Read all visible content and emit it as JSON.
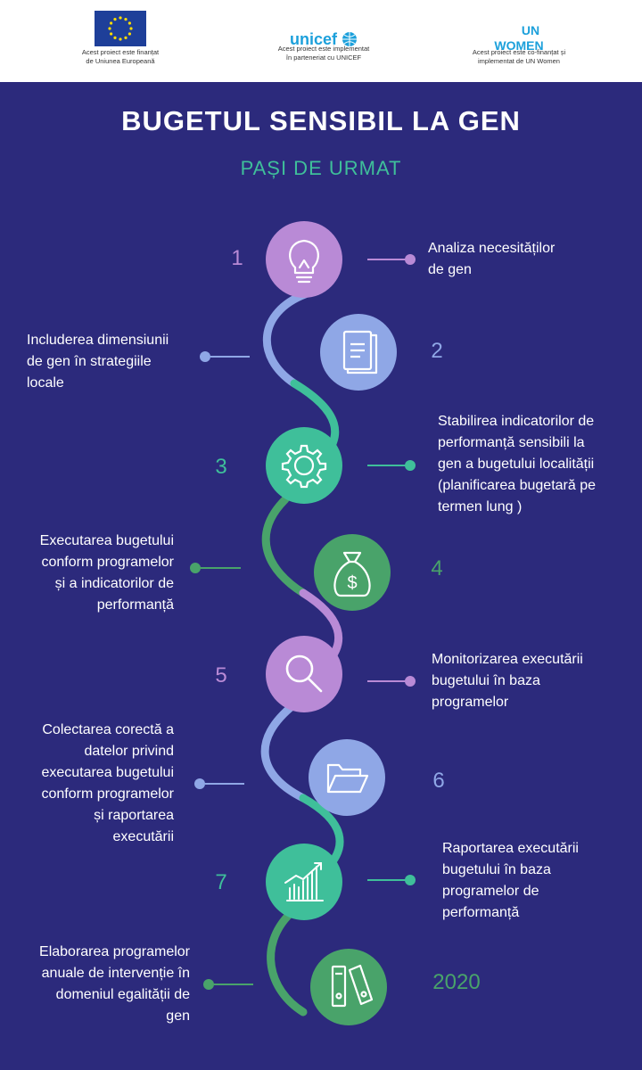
{
  "header": {
    "eu_caption_1": "Acest proiect este finanțat",
    "eu_caption_2": "de Uniunea Europeană",
    "unicef_name": "unicef",
    "unicef_caption_1": "Acest proiect este implementat",
    "unicef_caption_2": "în parteneriat cu UNICEF",
    "unwomen_name_1": "UN",
    "unwomen_name_2": "WOMEN",
    "unwomen_caption_1": "Acest proiect este co-finanțat și",
    "unwomen_caption_2": "implementat de UN Women"
  },
  "title": "BUGETUL SENSIBIL LA GEN",
  "subtitle": "PAȘI DE URMAT",
  "colors": {
    "background": "#2c2a7c",
    "purple": "#b98ad6",
    "blue": "#8fa7e6",
    "teal": "#3fbf9a",
    "green": "#49a36a"
  },
  "steps": [
    {
      "number": "1",
      "icon": "lightbulb-icon",
      "color": "purple",
      "lines": [
        "Analiza necesităților",
        "de gen"
      ]
    },
    {
      "number": "2",
      "icon": "document-icon",
      "color": "blue",
      "lines": [
        "Includerea dimensiunii",
        "de gen în strategiile",
        "locale"
      ]
    },
    {
      "number": "3",
      "icon": "gear-icon",
      "color": "teal",
      "lines": [
        "Stabilirea indicatorilor de",
        "performanță sensibili la",
        "gen a bugetului localității",
        "(planificarea bugetară pe",
        "termen lung )"
      ]
    },
    {
      "number": "4",
      "icon": "money-bag-icon",
      "color": "green",
      "lines": [
        "Executarea bugetului",
        "conform programelor",
        "și a indicatorilor de",
        "performanță"
      ]
    },
    {
      "number": "5",
      "icon": "magnifier-icon",
      "color": "purple",
      "lines": [
        "Monitorizarea executării",
        "bugetului în baza",
        "programelor"
      ]
    },
    {
      "number": "6",
      "icon": "folder-icon",
      "color": "blue",
      "lines": [
        "Colectarea corectă a",
        "datelor privind",
        "executarea bugetului",
        "conform programelor",
        "și raportarea",
        "executării"
      ]
    },
    {
      "number": "7",
      "icon": "growth-chart-icon",
      "color": "teal",
      "lines": [
        "Raportarea executării",
        "bugetului în baza",
        "programelor de",
        "performanță"
      ]
    },
    {
      "number": "2020",
      "icon": "binders-icon",
      "color": "green",
      "lines": [
        "Elaborarea programelor",
        "anuale de intervenție în",
        "domeniul egalității de",
        "gen"
      ]
    }
  ]
}
